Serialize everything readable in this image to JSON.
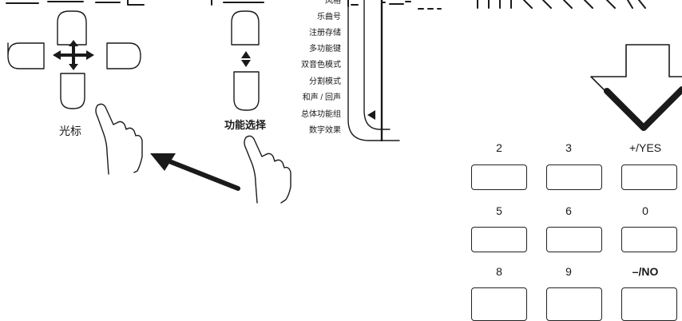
{
  "cursor_label": "光标",
  "function_select_label": "功能选择",
  "function_menu": [
    {
      "id": "style",
      "label": "风格"
    },
    {
      "id": "song",
      "label": "乐曲号"
    },
    {
      "id": "registration",
      "label": "注册存储"
    },
    {
      "id": "multi",
      "label": "多功能键"
    },
    {
      "id": "dual",
      "label": "双音色模式"
    },
    {
      "id": "split",
      "label": "分割模式"
    },
    {
      "id": "harmony",
      "label": "和声 / 回声"
    },
    {
      "id": "overall",
      "label": "总体功能组"
    },
    {
      "id": "effect",
      "label": "数字效果"
    }
  ],
  "keypad": [
    {
      "id": "2",
      "label": "2"
    },
    {
      "id": "3",
      "label": "3"
    },
    {
      "id": "plus-yes",
      "label": "+/YES"
    },
    {
      "id": "5",
      "label": "5"
    },
    {
      "id": "6",
      "label": "6"
    },
    {
      "id": "0",
      "label": "0"
    },
    {
      "id": "8",
      "label": "8"
    },
    {
      "id": "9",
      "label": "9"
    },
    {
      "id": "minus-no",
      "label": "–/NO"
    }
  ],
  "colors": {
    "line": "#1a1a1a",
    "background": "#ffffff"
  },
  "icons": [
    "cursor-cross-arrows-icon",
    "pointing-hand-icon",
    "direction-arrow-icon",
    "big-down-arrow-icon",
    "menu-pointer-icon",
    "up-down-triangles-icon"
  ]
}
